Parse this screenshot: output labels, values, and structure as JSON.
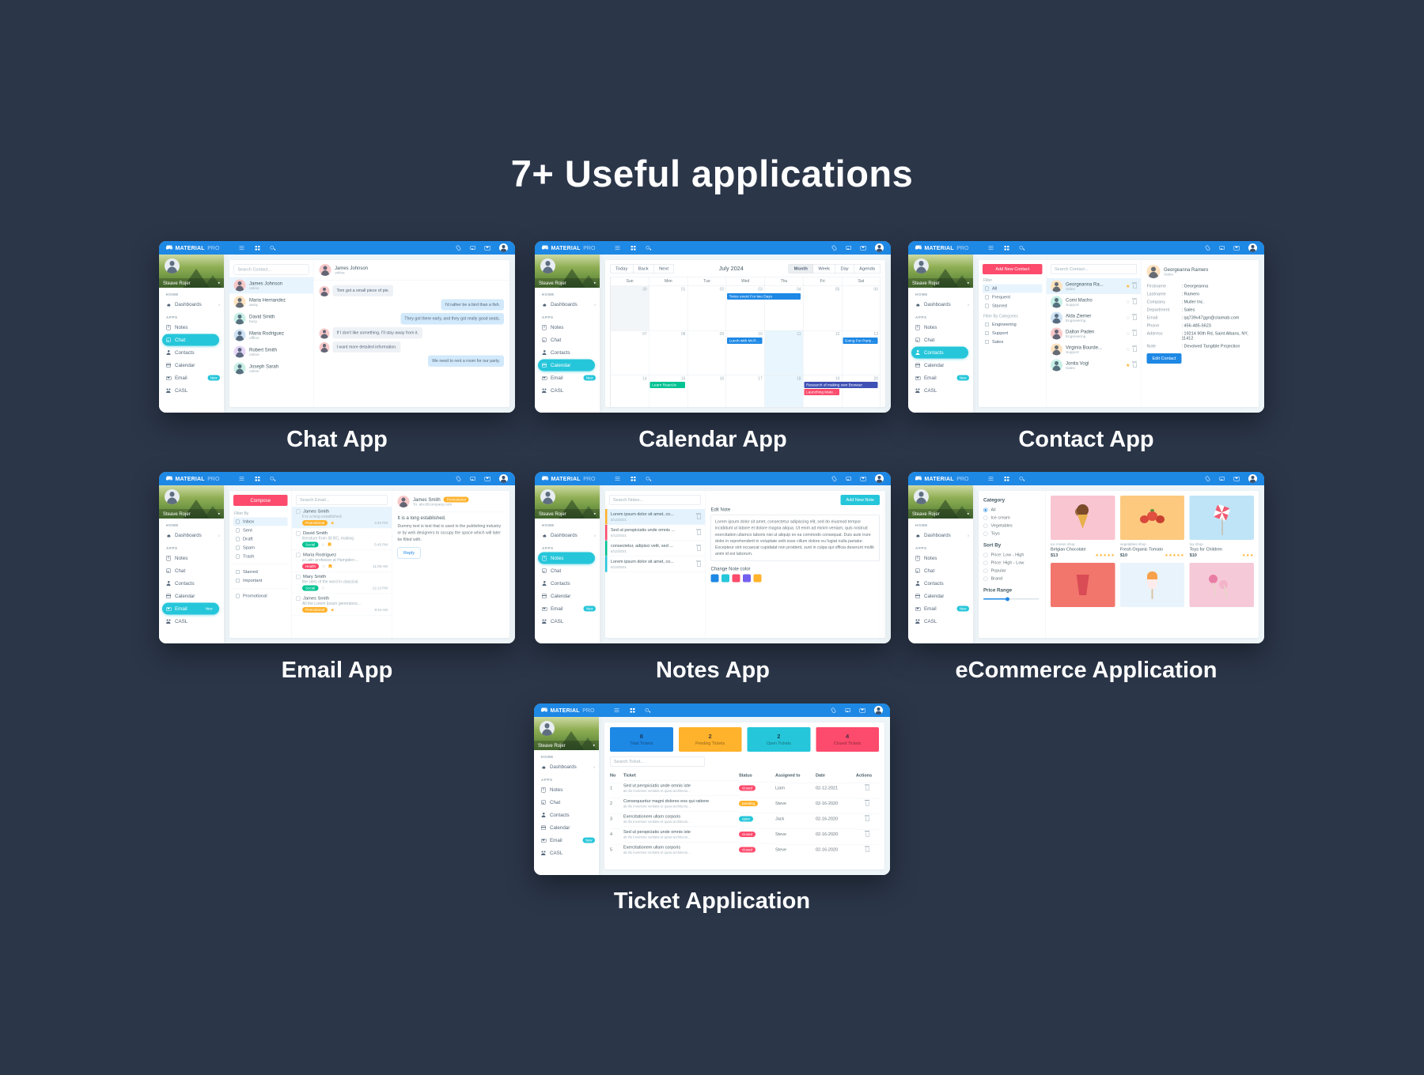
{
  "page": {
    "title": "7+ Useful applications",
    "background": "#2b3649"
  },
  "common": {
    "brand": {
      "bold": "MATERIAL",
      "light": "PRO"
    },
    "user_name": "Steave Rojer",
    "nav": {
      "home_label": "HOME",
      "dashboards_label": "Dashboards",
      "apps_label": "APPS",
      "items": [
        {
          "label": "Notes",
          "icon": "note-icon"
        },
        {
          "label": "Chat",
          "icon": "chat-icon"
        },
        {
          "label": "Contacts",
          "icon": "contacts-icon"
        },
        {
          "label": "Calendar",
          "icon": "calendar-icon"
        },
        {
          "label": "Email",
          "icon": "mail-icon",
          "badge": "New"
        },
        {
          "label": "CASL",
          "icon": "users-icon"
        }
      ]
    },
    "colors": {
      "header_blue": "#1e88e5",
      "accent_cyan": "#26c6da",
      "danger_red": "#fc4b6c",
      "warning_orange": "#ffb22b",
      "success_teal": "#00c292",
      "indigo": "#3f51b5",
      "purple": "#7460ee"
    }
  },
  "apps": [
    {
      "id": "chat",
      "caption": "Chat App",
      "active_nav": "Chat",
      "content": {
        "search_placeholder": "Search Contact...",
        "contacts": [
          {
            "name": "James Johnson",
            "status": "online",
            "selected": true,
            "avatar": "#f8c9c9"
          },
          {
            "name": "Maria Hernandez",
            "status": "away",
            "avatar": "#fde3c1"
          },
          {
            "name": "David Smith",
            "status": "busy",
            "avatar": "#c8efe6"
          },
          {
            "name": "Maria Rodriguez",
            "status": "offline",
            "avatar": "#cfe3f5"
          },
          {
            "name": "Robert Smith",
            "status": "online",
            "avatar": "#e7d7f7"
          },
          {
            "name": "Joseph Sarah",
            "status": "online",
            "avatar": "#c8efe6"
          }
        ],
        "thread": {
          "name": "James Johnson",
          "status": "online",
          "messages": [
            {
              "side": "left",
              "text": "Tom got a small piece of pie."
            },
            {
              "side": "right",
              "text": "I'd rather be a bird than a fish."
            },
            {
              "side": "right",
              "text": "They got there early, and they got really good seats."
            },
            {
              "side": "left",
              "text": "If I don't like something, I'll stay away from it."
            },
            {
              "side": "left",
              "text": "I want more detailed information."
            },
            {
              "side": "right",
              "text": "We need to rent a room for our party."
            }
          ]
        }
      }
    },
    {
      "id": "calendar",
      "caption": "Calendar App",
      "active_nav": "Calendar",
      "content": {
        "toolbar": [
          "Today",
          "Back",
          "Next"
        ],
        "month_title": "July 2024",
        "views": [
          "Month",
          "Week",
          "Day",
          "Agenda"
        ],
        "active_view": "Month",
        "day_headers": [
          "Sun",
          "Mon",
          "Tue",
          "Wed",
          "Thu",
          "Fri",
          "Sat"
        ],
        "weeks": [
          [
            "30",
            "01",
            "02",
            "03",
            "04",
            "05",
            "06"
          ],
          [
            "07",
            "08",
            "09",
            "10",
            "11",
            "12",
            "13"
          ],
          [
            "14",
            "15",
            "16",
            "17",
            "18",
            "19",
            "20"
          ]
        ],
        "today_column": 4,
        "events": [
          {
            "label": "Twice event For two Days",
            "week": 0,
            "day": 3,
            "span": 2,
            "color": "#1e88e5",
            "stack": 0
          },
          {
            "label": "Lunch with Mr.Raw",
            "week": 1,
            "day": 3,
            "span": 1,
            "color": "#1e88e5",
            "stack": 0
          },
          {
            "label": "Going For Party of S...",
            "week": 1,
            "day": 6,
            "span": 1,
            "color": "#1e88e5",
            "stack": 0
          },
          {
            "label": "Learn ReactJs",
            "week": 2,
            "day": 1,
            "span": 1,
            "color": "#00c292",
            "stack": 0
          },
          {
            "label": "Research of making own Browser",
            "week": 2,
            "day": 5,
            "span": 2,
            "color": "#3f51b5",
            "stack": 0
          },
          {
            "label": "Launching Materi...",
            "week": 2,
            "day": 5,
            "span": 1,
            "color": "#fc4b6c",
            "stack": 1
          }
        ]
      }
    },
    {
      "id": "contacts",
      "caption": "Contact App",
      "active_nav": "Contacts",
      "content": {
        "add_button": "Add New Contact",
        "search_placeholder": "Search Contact...",
        "filter_label": "Filter",
        "filters": [
          {
            "label": "All",
            "active": true
          },
          {
            "label": "Frequent",
            "active": false
          },
          {
            "label": "Starred",
            "active": false
          }
        ],
        "category_label": "Filter By Categories",
        "categories": [
          "Engineering",
          "Support",
          "Sales"
        ],
        "list": [
          {
            "name": "Georgeanna Ra...",
            "dept": "Sales",
            "starred": true,
            "selected": true,
            "avatar": "#fde3c1"
          },
          {
            "name": "Comi Macho",
            "dept": "Support",
            "starred": false,
            "avatar": "#c8efe6"
          },
          {
            "name": "Alda Ziemer",
            "dept": "Engineering",
            "starred": false,
            "avatar": "#cfe3f5"
          },
          {
            "name": "Dalton Paden",
            "dept": "Engineering",
            "starred": false,
            "avatar": "#f8c9c9"
          },
          {
            "name": "Virginia Bourde...",
            "dept": "Support",
            "starred": false,
            "avatar": "#fde3c1"
          },
          {
            "name": "Jonita Vogl",
            "dept": "Sales",
            "starred": true,
            "avatar": "#c8efe6"
          }
        ],
        "detail": {
          "name": "Georgeanna Ramero",
          "role": "Sales",
          "fields": [
            {
              "label": "Firstname",
              "value": "Georgeanna"
            },
            {
              "label": "Lastname",
              "value": "Ramero"
            },
            {
              "label": "Company",
              "value": "Muller Inc."
            },
            {
              "label": "Department",
              "value": "Sales"
            },
            {
              "label": "Email",
              "value": "qq739v47ggn@claimab.com"
            },
            {
              "label": "Phone",
              "value": "456-485-5623"
            },
            {
              "label": "Address",
              "value": "19214 90th Rd, Saint Albans, NY, 11412"
            },
            {
              "label": "Note",
              "value": "Devolved Tangible Projection"
            }
          ],
          "edit_button": "Edit Contact"
        }
      }
    },
    {
      "id": "email",
      "caption": "Email App",
      "active_nav": "Email",
      "content": {
        "compose_button": "Compose",
        "filter_label": "Filter By",
        "folders": [
          {
            "label": "Inbox",
            "active": true
          },
          {
            "label": "Sent",
            "active": false
          },
          {
            "label": "Draft",
            "active": false
          },
          {
            "label": "Spam",
            "active": false
          },
          {
            "label": "Trash",
            "active": false,
            "divider_after": true
          },
          {
            "label": "Starred",
            "active": false
          },
          {
            "label": "Important",
            "active": false,
            "divider_after": true
          },
          {
            "label": "Promotional",
            "active": false
          }
        ],
        "search_placeholder": "Search Email...",
        "messages": [
          {
            "from": "James Smith",
            "preview": "It is a long established.",
            "badge": "Promotional",
            "badge_color": "#ffb22b",
            "starred": true,
            "flag": false,
            "time": "3:45 PM",
            "selected": true
          },
          {
            "from": "David Smith",
            "preview": "literature from 45 BC, making",
            "badge": "Social",
            "badge_color": "#00c292",
            "starred": false,
            "flag": true,
            "time": "5:45 PM",
            "selected": false
          },
          {
            "from": "Maria Rodriguez",
            "preview": "a Latin professor at Hampden-...",
            "badge": "Health",
            "badge_color": "#fc4b6c",
            "starred": false,
            "flag": true,
            "time": "11:00 AM",
            "selected": false
          },
          {
            "from": "Mary Smith",
            "preview": "the cites of the word in classical.",
            "badge": "Social",
            "badge_color": "#00c292",
            "starred": false,
            "flag": false,
            "time": "12:13 PM",
            "selected": false
          },
          {
            "from": "James Smith",
            "preview": "All the Lorem Ipsum generators...",
            "badge": "Promotional",
            "badge_color": "#ffb22b",
            "starred": true,
            "flag": false,
            "time": "9:44 AM",
            "selected": false
          }
        ],
        "detail": {
          "from": "James Smith",
          "badge": "Promotional",
          "to": "To: abc@company.com",
          "subject": "It is a long established.",
          "body": "Dummy text is text that is used in the publishing industry or by web designers to occupy the space which will later be filled with.",
          "reply_button": "Reply"
        }
      }
    },
    {
      "id": "notes",
      "caption": "Notes App",
      "active_nav": "Notes",
      "content": {
        "search_placeholder": "Search Notes...",
        "add_button": "Add New Note",
        "notes": [
          {
            "title": "Lorem ipsum dolor sit amet, co...",
            "date": "6/14/2021",
            "color": "#ffb22b",
            "selected": true
          },
          {
            "title": "Sed ut perspiciatis unde omnis ...",
            "date": "6/12/2021",
            "color": "#fc4b6c",
            "selected": false
          },
          {
            "title": "consectetur, adipisci velit, sed ...",
            "date": "6/12/2021",
            "color": "#00c292",
            "selected": false
          },
          {
            "title": "Lorem ipsum dolor sit amet, co...",
            "date": "6/13/2021",
            "color": "#26c6da",
            "selected": false
          }
        ],
        "edit_label": "Edit Note",
        "body": "Lorem ipsum dolor sit amet, consectetur adipiscing elit, sed do eiusmod tempor incididunt ut labore et dolore magna aliqua. Ut enim ad minim veniam, quis nostrud exercitation ullamco laboris nisi ut aliquip ex ea commodo consequat. Duis aute irure dolor in reprehenderit in voluptate velit esse cillum dolore eu fugiat nulla pariatur. Excepteur sint occaecat cupidatat non proident, sunt in culpa qui officia deserunt mollit anim id est laborum.",
        "change_label": "Change Note color",
        "colors": [
          "#1e88e5",
          "#26c6da",
          "#fc4b6c",
          "#7460ee",
          "#ffb22b"
        ]
      }
    },
    {
      "id": "ecommerce",
      "caption": "eCommerce Application",
      "active_nav": null,
      "content": {
        "category_label": "Category",
        "categories": [
          {
            "label": "All",
            "checked": true
          },
          {
            "label": "Ice cream",
            "checked": false
          },
          {
            "label": "Vegetables",
            "checked": false
          },
          {
            "label": "Toys",
            "checked": false
          }
        ],
        "sort_label": "Sort By",
        "sorts": [
          {
            "label": "Price: Low - High",
            "checked": false
          },
          {
            "label": "Price: High - Low",
            "checked": false
          },
          {
            "label": "Popular",
            "checked": false
          },
          {
            "label": "Brand",
            "checked": false
          }
        ],
        "price_label": "Price Range",
        "products": [
          {
            "shop": "ice cream shop",
            "name": "Belgian Chocolate",
            "price": "$13",
            "stars": 5,
            "image": "ice-cream-cone",
            "art": "art-cone",
            "bg": "#f9c5d1"
          },
          {
            "shop": "vegetables shop",
            "name": "Fresh Organic Tomato",
            "price": "$10",
            "stars": 5,
            "image": "tomatoes",
            "art": "art-tomato",
            "bg": "#fdc97e"
          },
          {
            "shop": "toy shop",
            "name": "Toys for Children",
            "price": "$10",
            "stars": 3,
            "image": "pinwheel",
            "art": "art-wheel",
            "bg": "#bfe4f7"
          }
        ],
        "products_row2": [
          {
            "image": "pink-cup",
            "art": "art-cup",
            "bg": "#f2766b"
          },
          {
            "image": "popsicle",
            "art": "art-pop",
            "bg": "#e8f3fb"
          },
          {
            "image": "lollipops",
            "art": "art-lolli",
            "bg": "#f6c9d8"
          }
        ]
      }
    },
    {
      "id": "ticket",
      "caption": "Ticket Application",
      "active_nav": null,
      "content": {
        "cards": [
          {
            "count": "8",
            "label": "Total Tickets",
            "bg": "#1e88e5"
          },
          {
            "count": "2",
            "label": "Pending Tickets",
            "bg": "#ffb22b"
          },
          {
            "count": "2",
            "label": "Open Tickets",
            "bg": "#26c6da"
          },
          {
            "count": "4",
            "label": "Closed Tickets",
            "bg": "#fc4b6c"
          }
        ],
        "search_placeholder": "Search Ticket...",
        "columns": [
          "No",
          "Ticket",
          "Status",
          "Assigned to",
          "Date",
          "Actions"
        ],
        "rows": [
          {
            "no": "1",
            "title": "Sed ut perspiciatis unde omnis iste",
            "sub": "ab illo inventore veritatis et quasi architecto...",
            "status": "closed",
            "status_color": "#fc4b6c",
            "assigned": "Liam",
            "date": "02-12-2021"
          },
          {
            "no": "2",
            "title": "Consequuntur magni dolores eos qui ratione",
            "sub": "ab illo inventore veritatis et quasi architecto...",
            "status": "pending",
            "status_color": "#ffb22b",
            "assigned": "Steve",
            "date": "02-16-2020"
          },
          {
            "no": "3",
            "title": "Exercitationem ullam corporis",
            "sub": "ab illo inventore veritatis et quasi architecto...",
            "status": "open",
            "status_color": "#26c6da",
            "assigned": "Jack",
            "date": "02-16-2020"
          },
          {
            "no": "4",
            "title": "Sed ut perspiciatis unde omnis iste",
            "sub": "ab illo inventore veritatis et quasi architecto...",
            "status": "closed",
            "status_color": "#fc4b6c",
            "assigned": "Steve",
            "date": "02-16-2020"
          },
          {
            "no": "5",
            "title": "Exercitationem ullam corporis",
            "sub": "ab illo inventore veritatis et quasi architecto...",
            "status": "closed",
            "status_color": "#fc4b6c",
            "assigned": "Steve",
            "date": "02-16-2020"
          }
        ]
      }
    }
  ]
}
